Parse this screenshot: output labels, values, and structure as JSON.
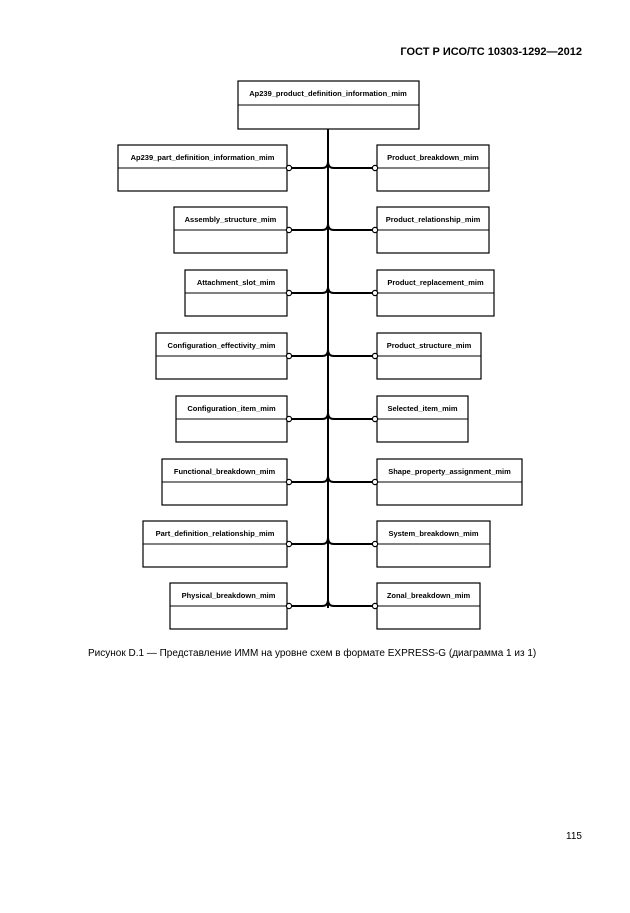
{
  "header": {
    "standard": "ГОСТ Р ИСО/ТС 10303-1292—2012"
  },
  "diagram": {
    "root": "Ap239_product_definition_information_mim",
    "left": [
      "Ap239_part_definition_information_mim",
      "Assembly_structure_mim",
      "Attachment_slot_mim",
      "Configuration_effectivity_mim",
      "Configuration_item_mim",
      "Functional_breakdown_mim",
      "Part_definition_relationship_mim",
      "Physical_breakdown_mim"
    ],
    "right": [
      "Product_breakdown_mim",
      "Product_relationship_mim",
      "Product_replacement_mim",
      "Product_structure_mim",
      "Selected_item_mim",
      "Shape_property_assignment_mim",
      "System_breakdown_mim",
      "Zonal_breakdown_mim"
    ]
  },
  "caption": "Рисунок  D.1 — Представление ИММ на уровне схем в формате EXPRESS-G (диаграмма 1 из 1)",
  "page_number": "115"
}
